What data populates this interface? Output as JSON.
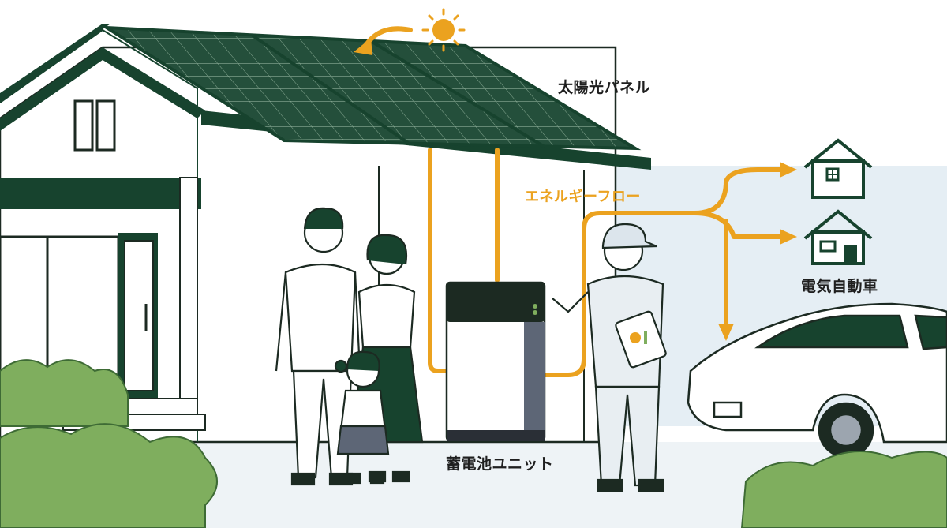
{
  "labels": {
    "solar_panel": "太陽光パネル",
    "energy_flow": "エネルギーフロー",
    "ev": "電気自動車",
    "battery_unit": "蓄電池ユニット"
  },
  "colors": {
    "accent_orange": "#EBA21F",
    "dark_green": "#17432E",
    "leaf_green": "#7FAE5E",
    "sky_blue": "#E5EEF4",
    "panel_dark": "#214A38",
    "battery_side": "#5D6676"
  },
  "icons": [
    "sun-icon",
    "house-icon",
    "house-icon",
    "arrow-icon"
  ]
}
